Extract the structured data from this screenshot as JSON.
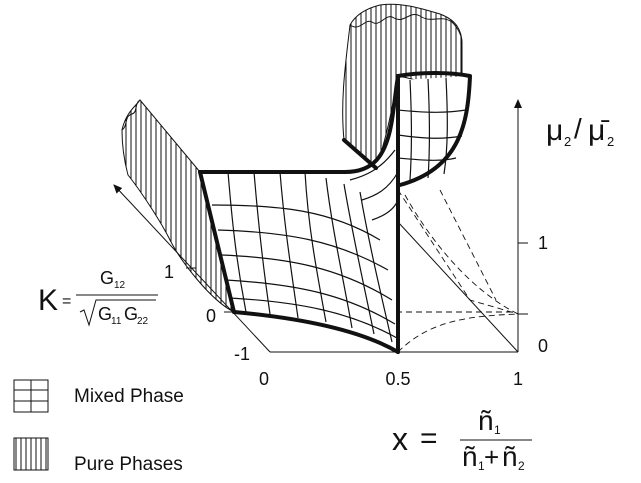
{
  "k_label": {
    "symbol": "K",
    "equals": "=",
    "numerator": "G",
    "numerator_sub": "12",
    "denom_g1": "G",
    "denom_sub1": "11",
    "denom_g2": "G",
    "denom_sub2": "22"
  },
  "k_ticks": [
    "1",
    "0",
    "-1"
  ],
  "x_ticks": [
    "0",
    "0.5",
    "1"
  ],
  "mu_ticks": [
    "1",
    "0"
  ],
  "mu_label": {
    "mu": "μ",
    "sub": "2",
    "slash": "/",
    "mubar": "μ̄",
    "sub_bar": "2"
  },
  "x_label": {
    "x": "x",
    "equals": "=",
    "num": "ñ",
    "num_sub": "1",
    "den1": "ñ",
    "den1_sub": "1",
    "plus": "+",
    "den2": "ñ",
    "den2_sub": "2"
  },
  "legend": {
    "mixed": "Mixed Phase",
    "pure": "Pure Phases"
  }
}
